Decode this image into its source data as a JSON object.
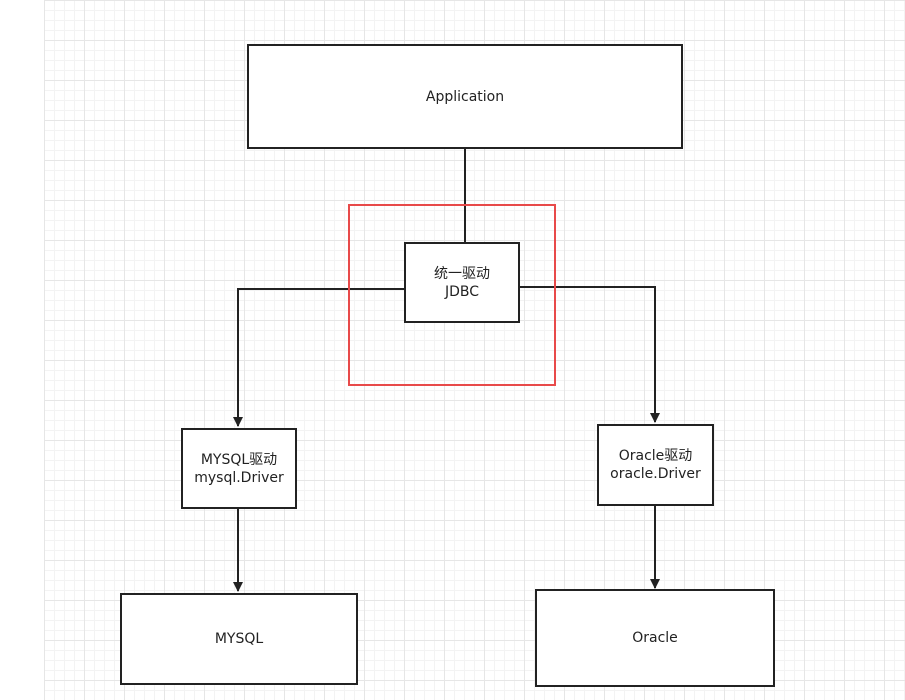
{
  "diagram": {
    "nodes": {
      "application": {
        "lines": [
          "Application"
        ]
      },
      "jdbc": {
        "lines": [
          "统一驱动",
          "JDBC"
        ]
      },
      "mysql_driver": {
        "lines": [
          "MYSQL驱动",
          "mysql.Driver"
        ]
      },
      "oracle_driver": {
        "lines": [
          "Oracle驱动",
          "oracle.Driver"
        ]
      },
      "mysql": {
        "lines": [
          "MYSQL"
        ]
      },
      "oracle": {
        "lines": [
          "Oracle"
        ]
      }
    },
    "edges": [
      {
        "from": "application",
        "to": "jdbc",
        "arrow": false
      },
      {
        "from": "jdbc",
        "to": "mysql_driver",
        "arrow": true
      },
      {
        "from": "jdbc",
        "to": "oracle_driver",
        "arrow": true
      },
      {
        "from": "mysql_driver",
        "to": "mysql",
        "arrow": true
      },
      {
        "from": "oracle_driver",
        "to": "oracle",
        "arrow": true
      }
    ],
    "highlight": {
      "target": "jdbc",
      "color": "#e84a4a"
    },
    "colors": {
      "stroke": "#222222",
      "grid": "#e6e6e6",
      "background": "#ffffff"
    }
  }
}
